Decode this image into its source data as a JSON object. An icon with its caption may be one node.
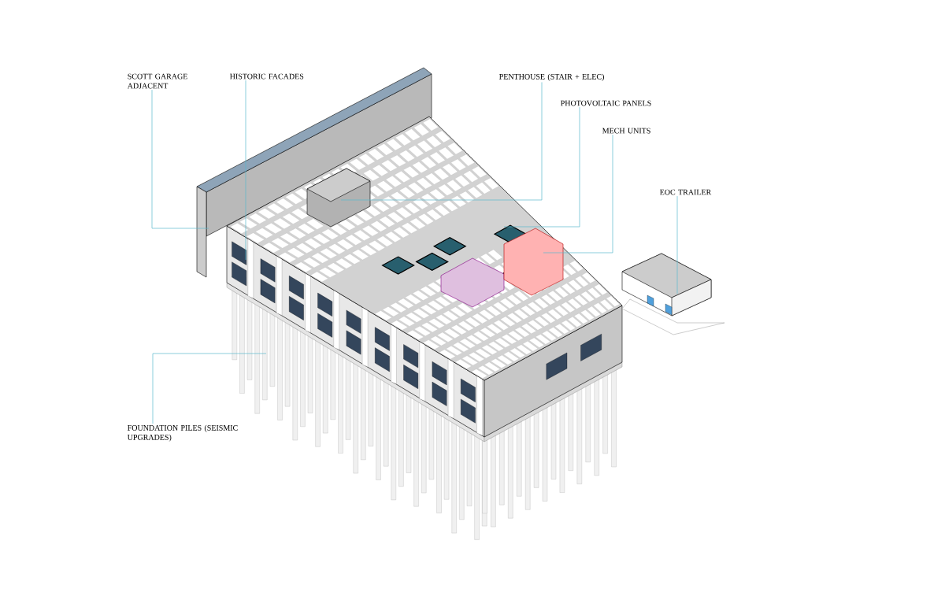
{
  "diagram": {
    "nodes": [
      {
        "text": [
          "SCOTT GARAGE ADJACENT"
        ]
      },
      {
        "text": [
          "HISTORIC FACADES"
        ]
      },
      {
        "text": [
          "PENTHOUSE (STAIR + ELEC)"
        ]
      },
      {
        "text": [
          "PHOTOVOLTAIC PANELS"
        ]
      },
      {
        "text": [
          "MECH UNITS"
        ]
      },
      {
        "text": [
          "EOC TRAILER"
        ]
      },
      {
        "text": [
          "FOUNDATION PILES (SEISMIC UPGRADES)"
        ]
      }
    ],
    "edges": [
      {
        "from": 0,
        "to": null,
        "arrow": "none"
      },
      {
        "from": 1,
        "to": null,
        "arrow": "none"
      },
      {
        "from": 2,
        "to": null,
        "arrow": "none"
      },
      {
        "from": 3,
        "to": null,
        "arrow": "none"
      },
      {
        "from": 4,
        "to": null,
        "arrow": "none"
      },
      {
        "from": 5,
        "to": null,
        "arrow": "none"
      },
      {
        "from": 6,
        "to": null,
        "arrow": "none"
      }
    ]
  }
}
